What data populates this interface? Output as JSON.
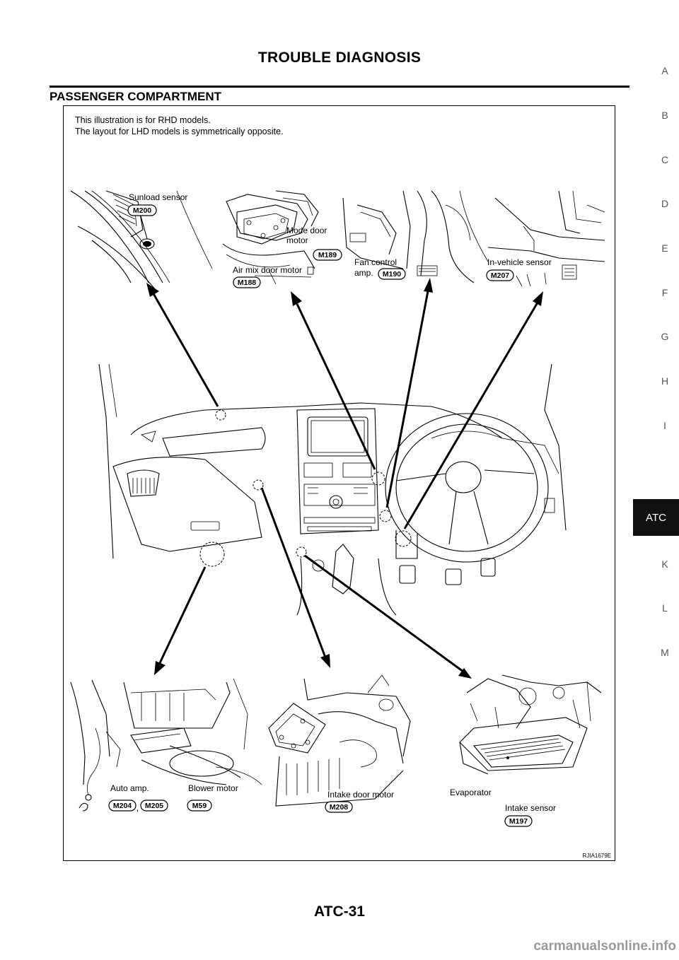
{
  "header": {
    "title": "TROUBLE DIAGNOSIS"
  },
  "section": {
    "title": "PASSENGER COMPARTMENT"
  },
  "figure": {
    "note_line1": "This illustration is for RHD models.",
    "note_line2": "The layout for LHD models is symmetrically opposite.",
    "labels": {
      "sunload_sensor": "Sunload sensor",
      "mode_door_motor_1": "Mode door",
      "mode_door_motor_2": "motor",
      "air_mix_door_motor": "Air mix door motor",
      "fan_control_amp_1": "Fan control",
      "fan_control_amp_2": "amp.",
      "in_vehicle_sensor": "In-vehicle sensor",
      "auto_amp": "Auto amp.",
      "blower_motor": "Blower motor",
      "intake_door_motor": "Intake door motor",
      "evaporator": "Evaporator",
      "intake_sensor": "Intake sensor"
    },
    "connectors": {
      "m200": "M200",
      "m189": "M189",
      "m188": "M188",
      "m190": "M190",
      "m207": "M207",
      "m204": "M204",
      "m205": "M205",
      "m59": "M59",
      "m208": "M208",
      "m197": "M197"
    },
    "connector_separator": ",",
    "ref_code": "RJIA1679E"
  },
  "side_tabs": [
    "A",
    "B",
    "C",
    "D",
    "E",
    "F",
    "G",
    "H",
    "I",
    "ATC",
    "K",
    "L",
    "M"
  ],
  "active_tab": "ATC",
  "page_number": "ATC-31",
  "watermark": "carmanualsonline.info"
}
